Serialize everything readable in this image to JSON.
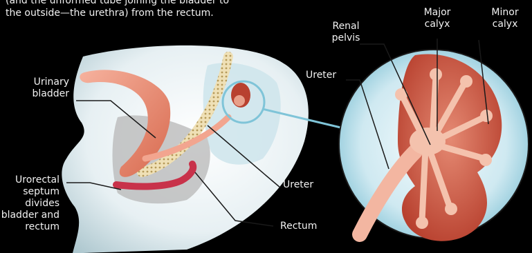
{
  "caption": {
    "line1": "(and the unformed tube joining the bladder to",
    "line2": "the outside—the urethra) from the rectum."
  },
  "labels": {
    "urinary_bladder": [
      "Urinary",
      "bladder"
    ],
    "urorectal_septum": [
      "Urorectal",
      "septum",
      "divides",
      "bladder and",
      "rectum"
    ],
    "ureter_left": "Ureter",
    "rectum": "Rectum",
    "renal_pelvis": [
      "Renal",
      "pelvis"
    ],
    "major_calyx": [
      "Major",
      "calyx"
    ],
    "minor_calyx": [
      "Minor",
      "calyx"
    ],
    "ureter_right": "Ureter"
  },
  "colors": {
    "background": "#000000",
    "embryo_body": "#eaf2f4",
    "kidney": "#c9523f",
    "bladder": "#e5866c",
    "rectum": "#c8324a",
    "magnifier_bg": "#bfe2ec"
  }
}
